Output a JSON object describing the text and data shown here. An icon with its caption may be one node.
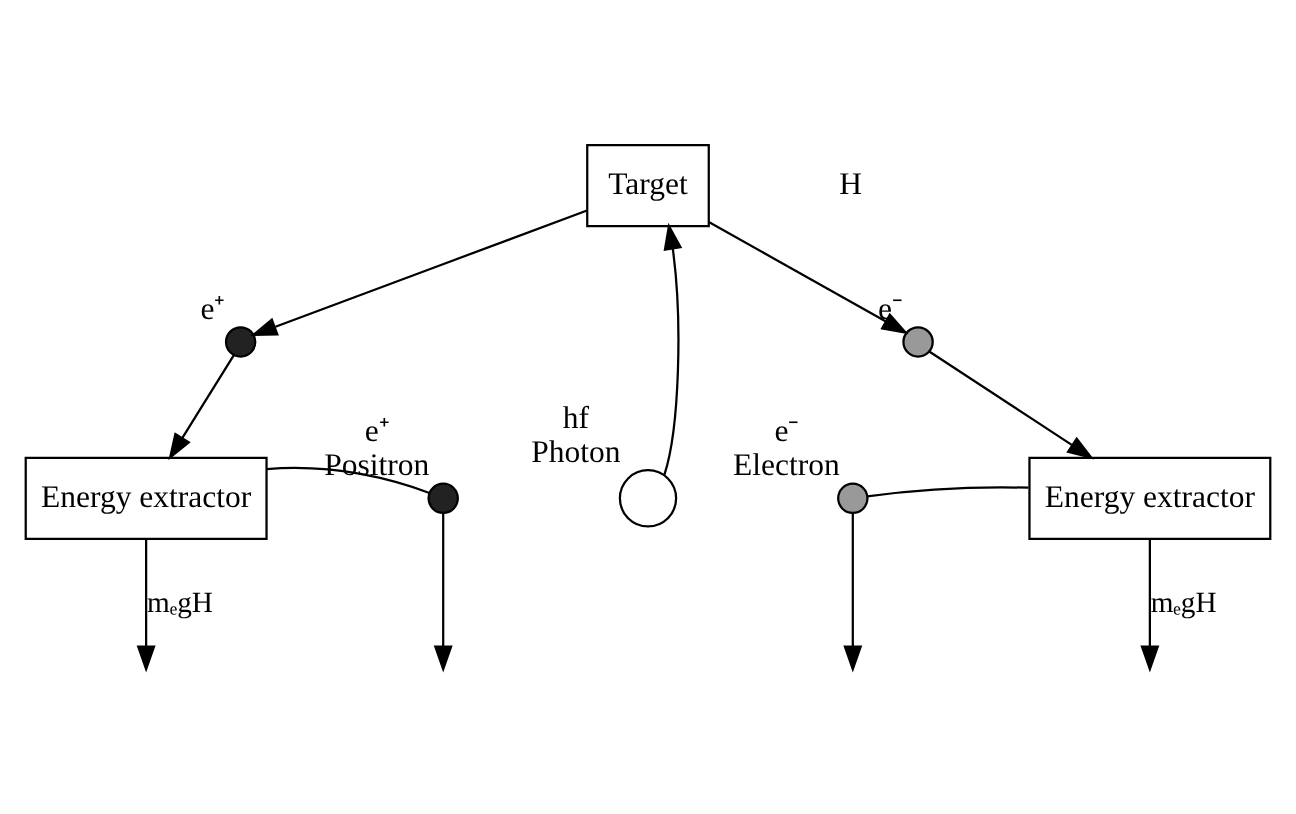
{
  "diagram": {
    "nodes": [
      {
        "text": [
          "Target"
        ]
      },
      {
        "text": [],
        "shape": "circle",
        "beside": [
          "e⁺"
        ]
      },
      {
        "text": [],
        "shape": "circle",
        "beside": [
          "e⁻"
        ]
      },
      {
        "text": [
          "Energy extractor"
        ]
      },
      {
        "text": [],
        "shape": "circle",
        "beside": [
          "hf",
          "Photon"
        ]
      },
      {
        "text": [
          "Energy extractor"
        ]
      },
      {
        "text": [],
        "shape": "circle",
        "beside": [
          "e⁺",
          "Positron"
        ]
      },
      {
        "text": [],
        "shape": "circle",
        "beside": [
          "e⁻",
          "Electron"
        ]
      }
    ],
    "edges": [
      {
        "from": 0,
        "to": 1,
        "arrow": "to"
      },
      {
        "from": 1,
        "to": 3,
        "arrow": "to"
      },
      {
        "from": 0,
        "to": 2,
        "arrow": "to"
      },
      {
        "from": 2,
        "to": 5,
        "arrow": "to"
      },
      {
        "from": 4,
        "to": 0,
        "arrow": "to"
      },
      {
        "from": 3,
        "to": null,
        "arrow": "to",
        "label": "mₑgH"
      },
      {
        "from": 5,
        "to": null,
        "arrow": "to",
        "label": "mₑgH"
      },
      {
        "from": 3,
        "to": 6,
        "arrow": "none"
      },
      {
        "from": 6,
        "to": null,
        "arrow": "to"
      },
      {
        "from": 5,
        "to": 7,
        "arrow": "none"
      },
      {
        "from": 7,
        "to": null,
        "arrow": "to"
      }
    ],
    "labels": [
      "H"
    ]
  }
}
